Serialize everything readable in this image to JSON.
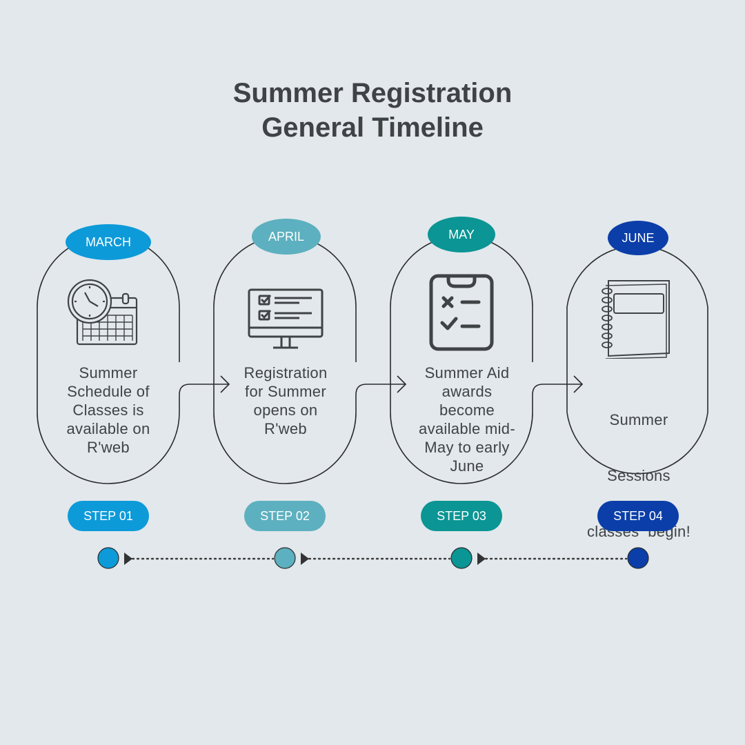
{
  "title_line1": "Summer Registration",
  "title_line2": "General Timeline",
  "colors": {
    "background": "#e2e8ec",
    "step1": "#0d9ad9",
    "step2": "#5db0bf",
    "step3": "#0b9594",
    "step4": "#0b3ea8",
    "outline": "#2b2b2b"
  },
  "steps": [
    {
      "month": "MARCH",
      "step": "STEP 01",
      "icon": "clock-calendar-icon",
      "text": [
        "Summer",
        "Schedule of",
        "Classes is",
        "available on",
        "R'web"
      ]
    },
    {
      "month": "APRIL",
      "step": "STEP 02",
      "icon": "monitor-checklist-icon",
      "text": [
        "Registration",
        "for Summer",
        "opens on",
        "R'web"
      ]
    },
    {
      "month": "MAY",
      "step": "STEP 03",
      "icon": "clipboard-checklist-icon",
      "text": [
        "Summer Aid",
        "awards",
        "become",
        "available mid-",
        "May to early",
        "June"
      ]
    },
    {
      "month": "JUNE",
      "step": "STEP 04",
      "icon": "notebook-icon",
      "text": [
        "Summer",
        "Sessions",
        "classes  begin!"
      ]
    }
  ]
}
